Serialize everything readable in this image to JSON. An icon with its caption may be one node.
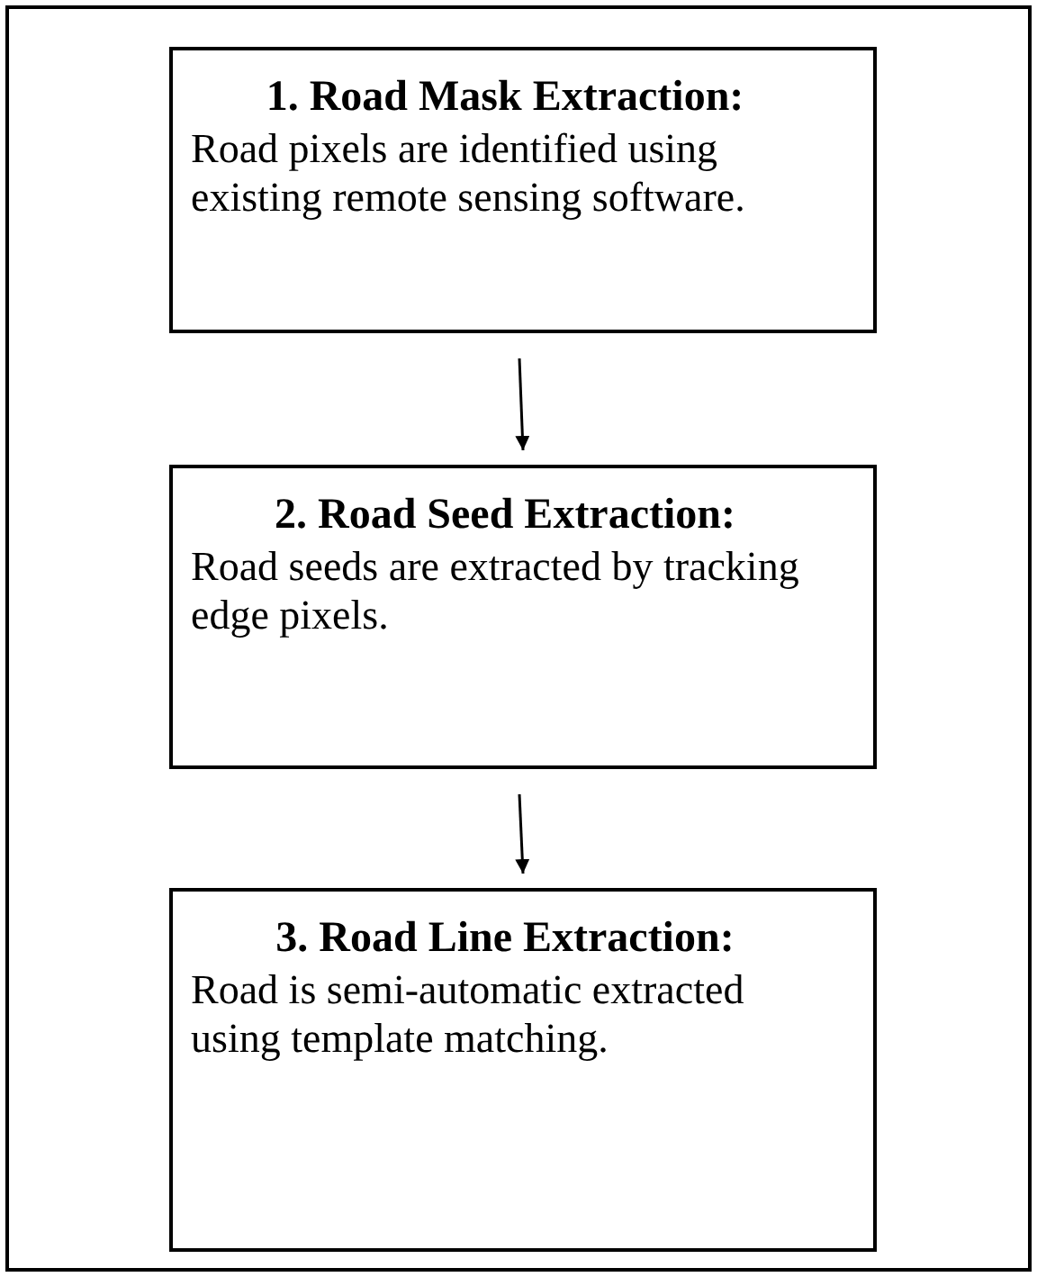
{
  "diagram": {
    "nodes": [
      {
        "text": [],
        "shape": "box"
      },
      {
        "text": [
          "1. Road Mask Extraction:",
          "Road pixels are identified using existing remote sensing software."
        ],
        "in": 0
      },
      {
        "text": [
          "2. Road Seed Extraction:",
          "Road seeds are extracted by tracking edge pixels."
        ],
        "in": 0
      },
      {
        "text": [
          "3. Road Line Extraction:",
          "Road is semi-automatic extracted using template matching."
        ],
        "in": 0
      }
    ],
    "edges": [
      {
        "from": 1,
        "to": 2,
        "arrow": "to"
      },
      {
        "from": 2,
        "to": 3,
        "arrow": "to"
      }
    ]
  }
}
